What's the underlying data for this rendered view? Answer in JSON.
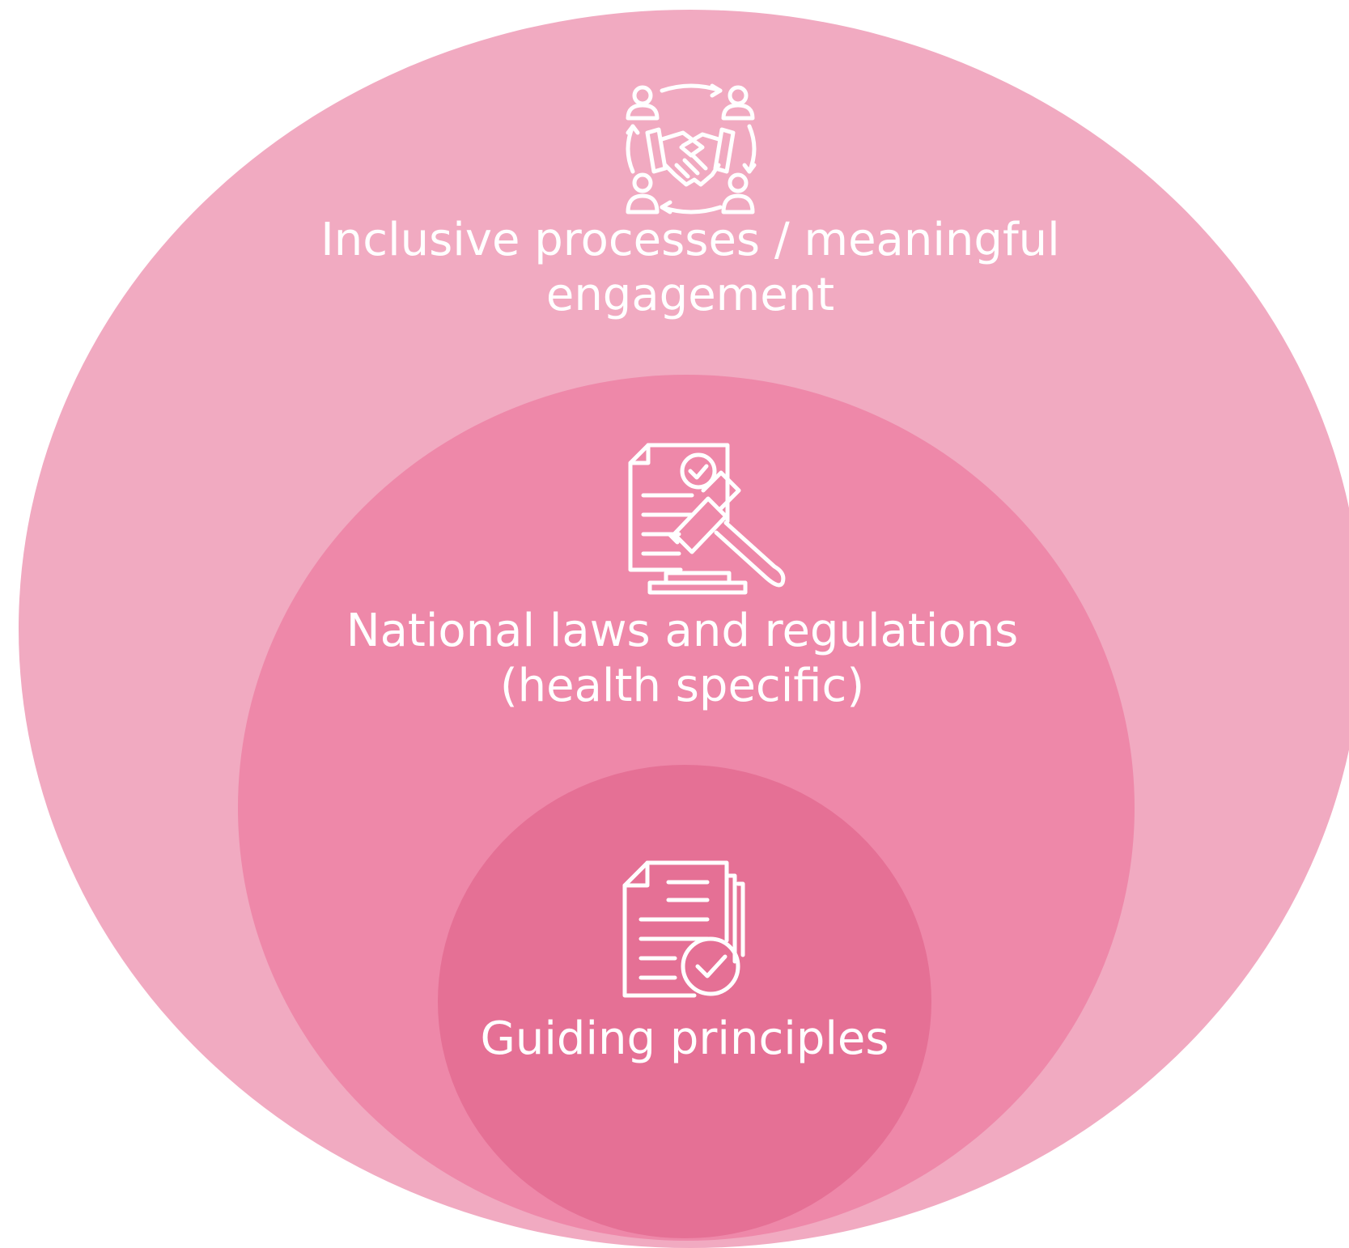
{
  "colors": {
    "outer": "#f1aac1",
    "middle": "#ee88a9",
    "inner": "#e57095",
    "foreground": "#ffffff"
  },
  "layers": {
    "outer": {
      "icon": "handshake-people-exchange-icon",
      "label_lines": [
        "Inclusive processes / meaningful",
        "engagement"
      ]
    },
    "middle": {
      "icon": "legal-document-gavel-icon",
      "label_lines": [
        "National laws and regulations",
        "(health specific)"
      ]
    },
    "inner": {
      "icon": "approved-documents-check-icon",
      "label_lines": [
        "Guiding principles"
      ]
    }
  }
}
